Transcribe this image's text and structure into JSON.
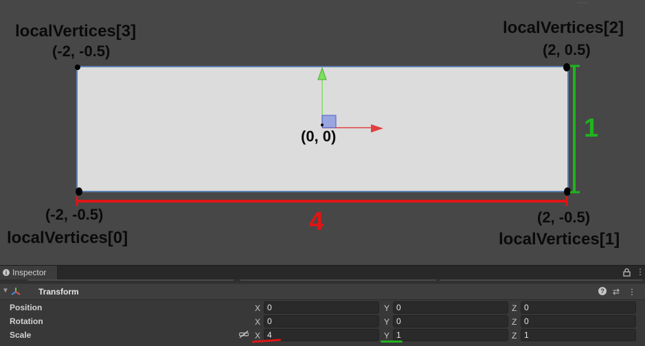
{
  "scene": {
    "vertices": [
      {
        "name": "localVertices[3]",
        "coords": "(-2, -0.5)"
      },
      {
        "name": "localVertices[2]",
        "coords": "(2, 0.5)"
      },
      {
        "name": "localVertices[0]",
        "coords": "(-2, -0.5)"
      },
      {
        "name": "localVertices[1]",
        "coords": "(2, -0.5)"
      }
    ],
    "origin_label": "(0, 0)",
    "width_label": "4",
    "height_label": "1",
    "colors": {
      "width": "#e01515",
      "height": "#1fb41f",
      "quad_fill": "#dcdcdc",
      "quad_border": "#5a7fb0",
      "background": "#474747"
    }
  },
  "inspector": {
    "tab_label": "Inspector",
    "component_title": "Transform",
    "properties": [
      {
        "name": "Position",
        "x": "0",
        "y": "0",
        "z": "0"
      },
      {
        "name": "Rotation",
        "x": "0",
        "y": "0",
        "z": "0"
      },
      {
        "name": "Scale",
        "x": "4",
        "y": "1",
        "z": "1"
      }
    ],
    "axis_labels": {
      "x": "X",
      "y": "Y",
      "z": "Z"
    }
  }
}
